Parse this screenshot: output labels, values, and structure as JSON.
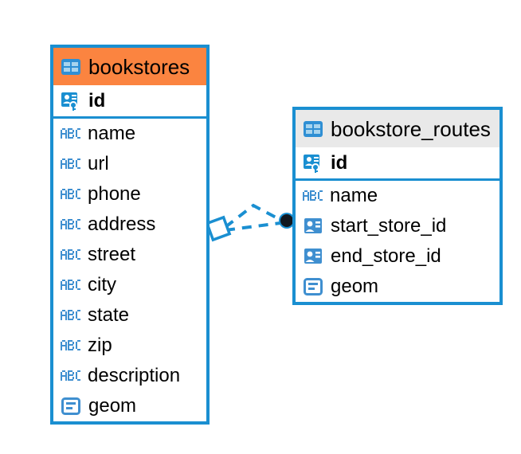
{
  "diagram": {
    "type": "entity-relationship-diagram",
    "background_color": "#ffffff",
    "accent_color": "#1a8fd1",
    "selected_color": "#fb8440",
    "header_plain_color": "#e9e9e9"
  },
  "entities": [
    {
      "id": "bookstores",
      "name": "bookstores",
      "selected": true,
      "header_icon": "table-icon",
      "fields": [
        {
          "name": "id",
          "icon": "primary-key-icon",
          "key": true
        },
        {
          "name": "name",
          "icon": "abc-text-icon",
          "key": false
        },
        {
          "name": "url",
          "icon": "abc-text-icon",
          "key": false
        },
        {
          "name": "phone",
          "icon": "abc-text-icon",
          "key": false
        },
        {
          "name": "address",
          "icon": "abc-text-icon",
          "key": false
        },
        {
          "name": "street",
          "icon": "abc-text-icon",
          "key": false
        },
        {
          "name": "city",
          "icon": "abc-text-icon",
          "key": false
        },
        {
          "name": "state",
          "icon": "abc-text-icon",
          "key": false
        },
        {
          "name": "zip",
          "icon": "abc-text-icon",
          "key": false
        },
        {
          "name": "description",
          "icon": "abc-text-icon",
          "key": false
        },
        {
          "name": "geom",
          "icon": "geometry-icon",
          "key": false
        }
      ]
    },
    {
      "id": "bookstore_routes",
      "name": "bookstore_routes",
      "selected": false,
      "header_icon": "table-icon",
      "fields": [
        {
          "name": "id",
          "icon": "primary-key-icon",
          "key": true
        },
        {
          "name": "name",
          "icon": "abc-text-icon",
          "key": false
        },
        {
          "name": "start_store_id",
          "icon": "foreign-key-icon",
          "key": false
        },
        {
          "name": "end_store_id",
          "icon": "foreign-key-icon",
          "key": false
        },
        {
          "name": "geom",
          "icon": "geometry-icon",
          "key": false
        }
      ]
    }
  ],
  "relationship": {
    "style": "dashed",
    "color": "#1a8fd1",
    "source_entity": "bookstores",
    "target_entity": "bookstore_routes",
    "source_endpoint": "diamond-endpoint",
    "target_endpoint": "filled-circle-endpoint"
  }
}
